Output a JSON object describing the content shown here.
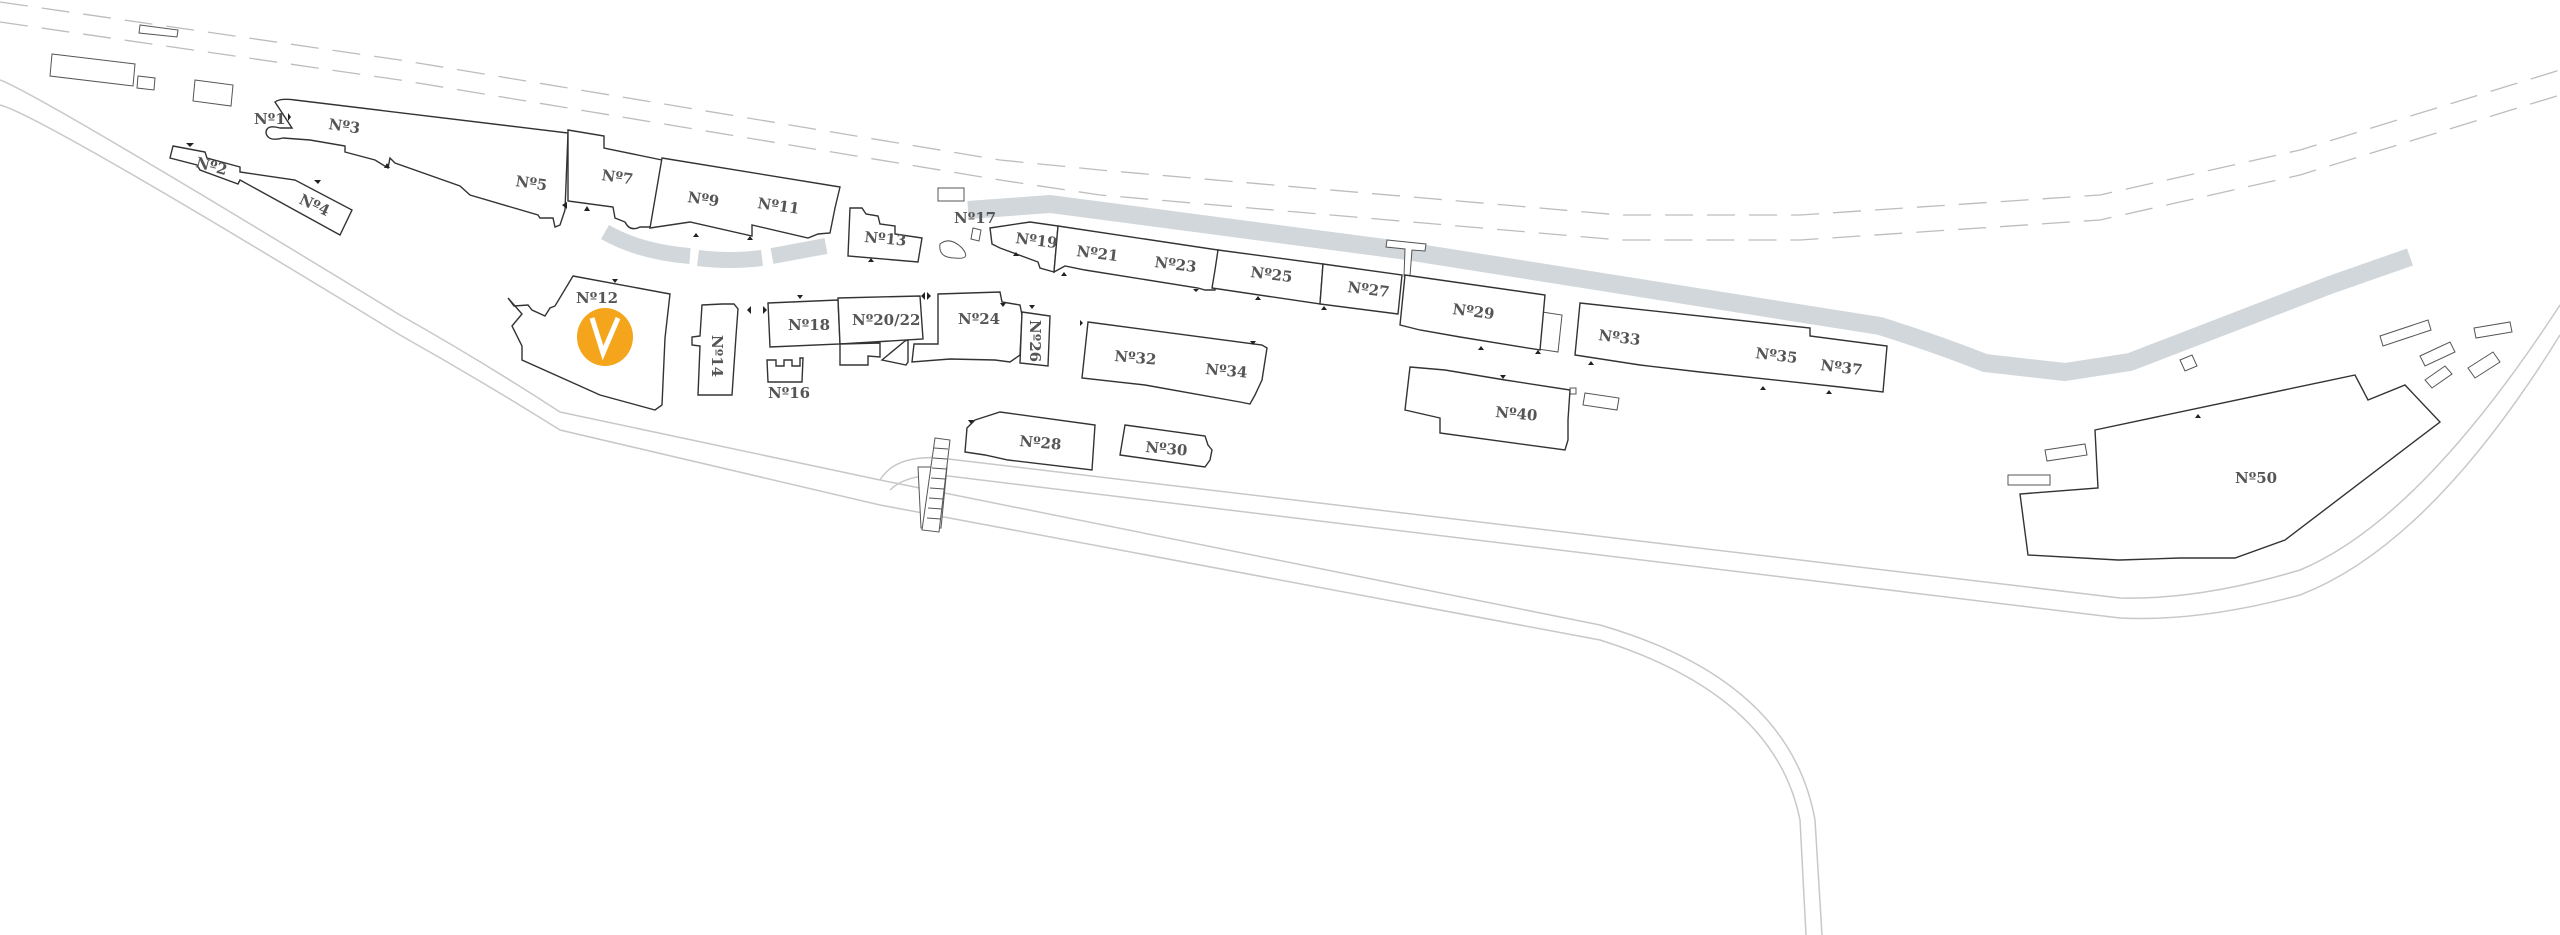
{
  "map": {
    "logo_letter": "V",
    "colors": {
      "logo": "#f5a51b",
      "walkway": "#d1d7db",
      "building_stroke": "#333333",
      "road": "#c8c8c8"
    },
    "labels": {
      "n1": "Nº1",
      "n2": "Nº2",
      "n3": "Nº3",
      "n4": "Nº4",
      "n5": "Nº5",
      "n7": "Nº7",
      "n9": "Nº9",
      "n11": "Nº11",
      "n12": "Nº12",
      "n13": "Nº13",
      "n14": "Nº14",
      "n16": "Nº16",
      "n17": "Nº17",
      "n18": "Nº18",
      "n19": "Nº19",
      "n20_22": "Nº20/22",
      "n21": "Nº21",
      "n23": "Nº23",
      "n24": "Nº24",
      "n25": "Nº25",
      "n26": "Nº26",
      "n27": "Nº27",
      "n28": "Nº28",
      "n29": "Nº29",
      "n30": "Nº30",
      "n32": "Nº32",
      "n33": "Nº33",
      "n34": "Nº34",
      "n35": "Nº35",
      "n37": "Nº37",
      "n40": "Nº40",
      "n50": "Nº50"
    }
  }
}
